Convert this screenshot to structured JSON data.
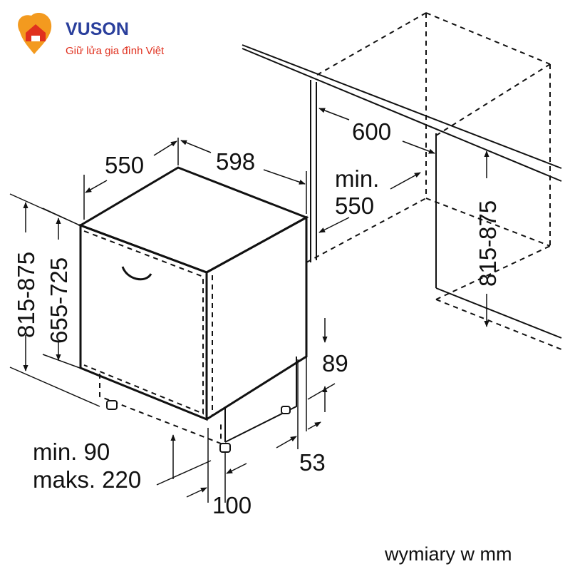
{
  "logo": {
    "brand": "VUSON",
    "tagline": "Giữ lửa gia đình Việt",
    "colors": {
      "brand_text": "#2a3f9c",
      "tagline_text": "#e0301e",
      "icon_orange": "#f39a1f",
      "icon_red": "#e0301e"
    }
  },
  "dimensions": {
    "niche_width": "600",
    "niche_min_depth_line1": "min.",
    "niche_min_depth_line2": "550",
    "niche_height": "815-875",
    "depth": "550",
    "width": "598",
    "total_height": "815-875",
    "door_height": "655-725",
    "plinth_top": "89",
    "plinth_bottom": "53",
    "feet_min": "min. 90",
    "feet_max": "maks. 220",
    "front_offset": "100"
  },
  "footer": {
    "units_note": "wymiary w mm"
  }
}
